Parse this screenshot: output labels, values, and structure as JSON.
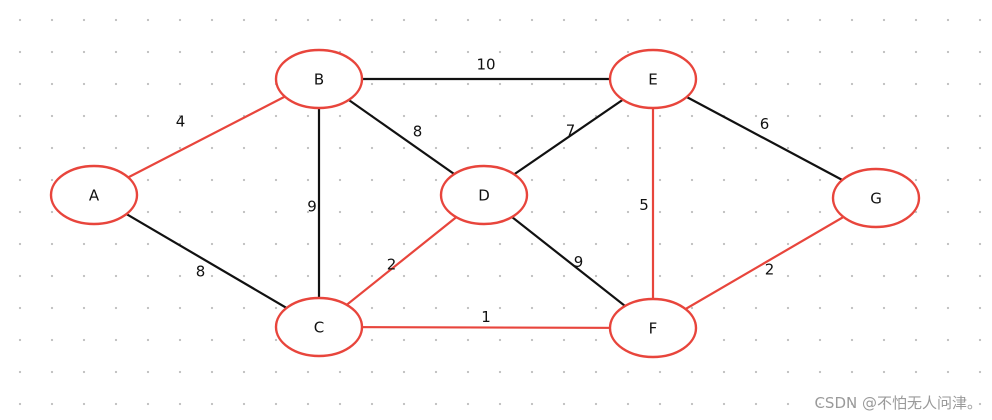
{
  "colors": {
    "highlight": "#e8453c",
    "default_edge": "#111111",
    "node_fill": "#ffffff"
  },
  "graph": {
    "nodes": [
      {
        "id": "A",
        "label": "A"
      },
      {
        "id": "B",
        "label": "B"
      },
      {
        "id": "C",
        "label": "C"
      },
      {
        "id": "D",
        "label": "D"
      },
      {
        "id": "E",
        "label": "E"
      },
      {
        "id": "F",
        "label": "F"
      },
      {
        "id": "G",
        "label": "G"
      }
    ],
    "edges": [
      {
        "from": "A",
        "to": "B",
        "weight": "4",
        "highlighted": true
      },
      {
        "from": "A",
        "to": "C",
        "weight": "8",
        "highlighted": false
      },
      {
        "from": "B",
        "to": "C",
        "weight": "9",
        "highlighted": false
      },
      {
        "from": "B",
        "to": "D",
        "weight": "8",
        "highlighted": false
      },
      {
        "from": "B",
        "to": "E",
        "weight": "10",
        "highlighted": false
      },
      {
        "from": "E",
        "to": "D",
        "weight": "7",
        "highlighted": false
      },
      {
        "from": "E",
        "to": "G",
        "weight": "6",
        "highlighted": false
      },
      {
        "from": "E",
        "to": "F",
        "weight": "5",
        "highlighted": true
      },
      {
        "from": "D",
        "to": "C",
        "weight": "2",
        "highlighted": true
      },
      {
        "from": "D",
        "to": "F",
        "weight": "9",
        "highlighted": false
      },
      {
        "from": "C",
        "to": "F",
        "weight": "1",
        "highlighted": true
      },
      {
        "from": "F",
        "to": "G",
        "weight": "2",
        "highlighted": true
      }
    ]
  },
  "watermark": "CSDN @不怕无人问津。"
}
